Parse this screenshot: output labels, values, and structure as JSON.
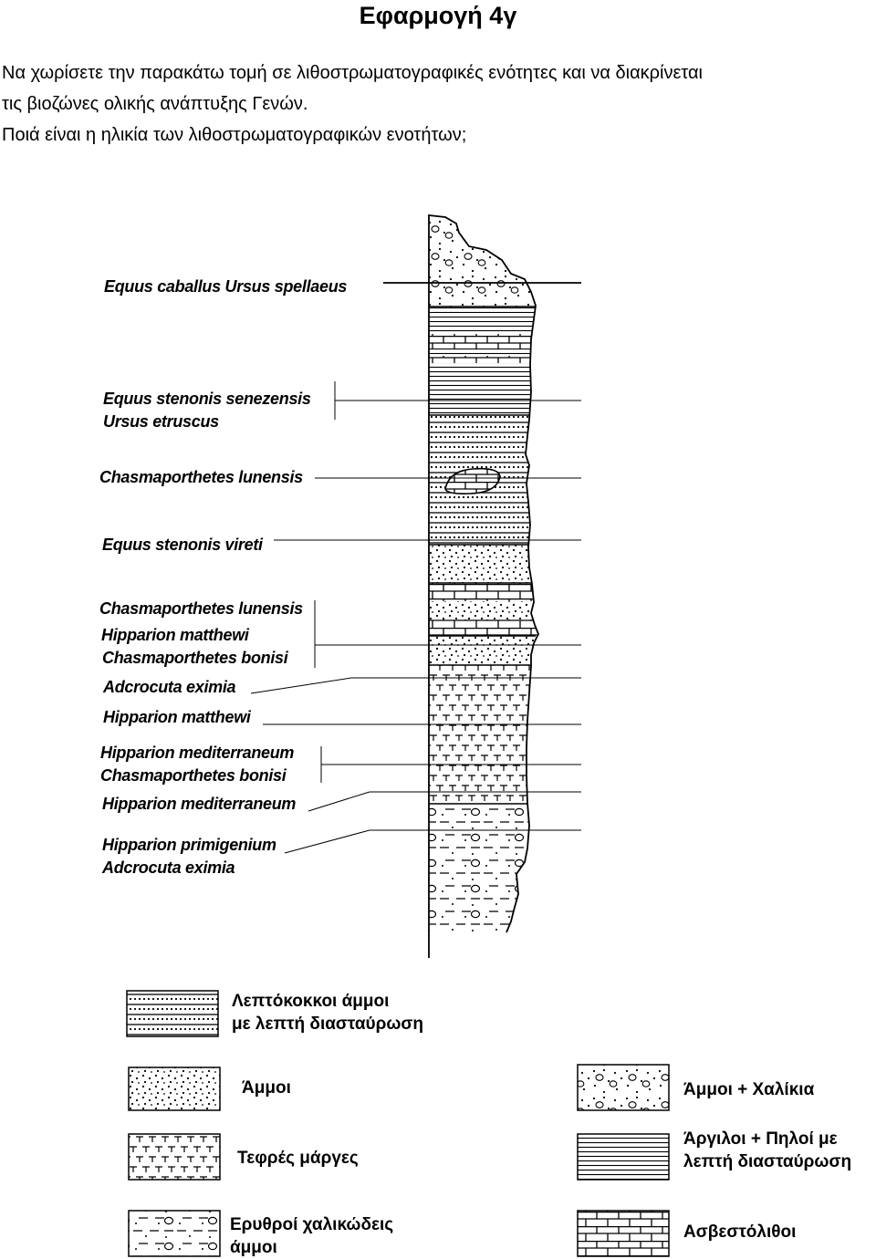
{
  "title": "Εφαρμογή 4γ",
  "task_lines": [
    "Να χωρίσετε την παρακάτω τομή σε λιθοστρωματογραφικές ενότητες και να διακρίνεται",
    "τις βιοζώνες ολικής ανάπτυξης Γενών.",
    "Ποιά είναι η ηλικία των λιθοστρωματογραφικών ενοτήτων;"
  ],
  "species_labels": [
    "Equus caballus  Ursus spellaeus",
    "Equus stenonis senezensis",
    "Ursus etruscus",
    "Chasmaporthetes lunensis",
    "Equus stenonis vireti",
    "Chasmaporthetes lunensis",
    "Hipparion  matthewi",
    "Chasmaporthetes bonisi",
    "Adcrocuta eximia",
    "Hipparion  matthewi",
    "Hipparion  mediterraneum",
    "Chasmaporthetes bonisi",
    "Hipparion  mediterraneum",
    "Hipparion primigenium",
    "Adcrocuta eximia"
  ],
  "legend": {
    "fine_sands": [
      "Λεπτόκοκκοι άμμοι",
      "με λεπτή διασταύρωση"
    ],
    "sands": "Άμμοι",
    "sands_gravels": "Άμμοι + Χαλίκια",
    "grey_marls": "Τεφρές μάργες",
    "clays": [
      "Άργιλοι + Πηλοί με",
      "λεπτή διασταύρωση"
    ],
    "red_sands": [
      "Ερυθροί χαλικώδεις",
      "άμμοι"
    ],
    "limestones": "Ασβεστόλιθοι"
  }
}
